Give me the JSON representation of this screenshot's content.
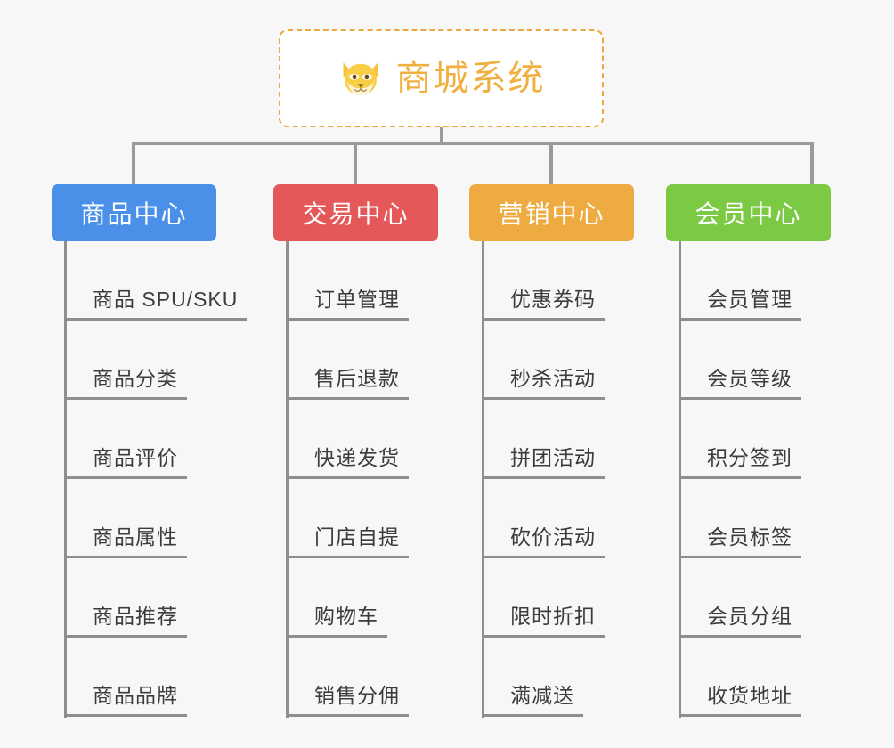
{
  "root": {
    "title": "商城系统",
    "icon": "shiba-dog-icon",
    "border_color": "#eba83f",
    "text_color": "#f0b040",
    "background": "#ffffff"
  },
  "canvas": {
    "background": "#f7f7f7",
    "connector_color": "#9a9a9a"
  },
  "columns": [
    {
      "title": "商品中心",
      "color": "#4a90e8",
      "items": [
        "商品 SPU/SKU",
        "商品分类",
        "商品评价",
        "商品属性",
        "商品推荐",
        "商品品牌"
      ]
    },
    {
      "title": "交易中心",
      "color": "#e4585a",
      "items": [
        "订单管理",
        "售后退款",
        "快递发货",
        "门店自提",
        "购物车",
        "销售分佣"
      ]
    },
    {
      "title": "营销中心",
      "color": "#eeab42",
      "items": [
        "优惠券码",
        "秒杀活动",
        "拼团活动",
        "砍价活动",
        "限时折扣",
        "满减送"
      ]
    },
    {
      "title": "会员中心",
      "color": "#7cc944",
      "items": [
        "会员管理",
        "会员等级",
        "积分签到",
        "会员标签",
        "会员分组",
        "收货地址"
      ]
    }
  ]
}
